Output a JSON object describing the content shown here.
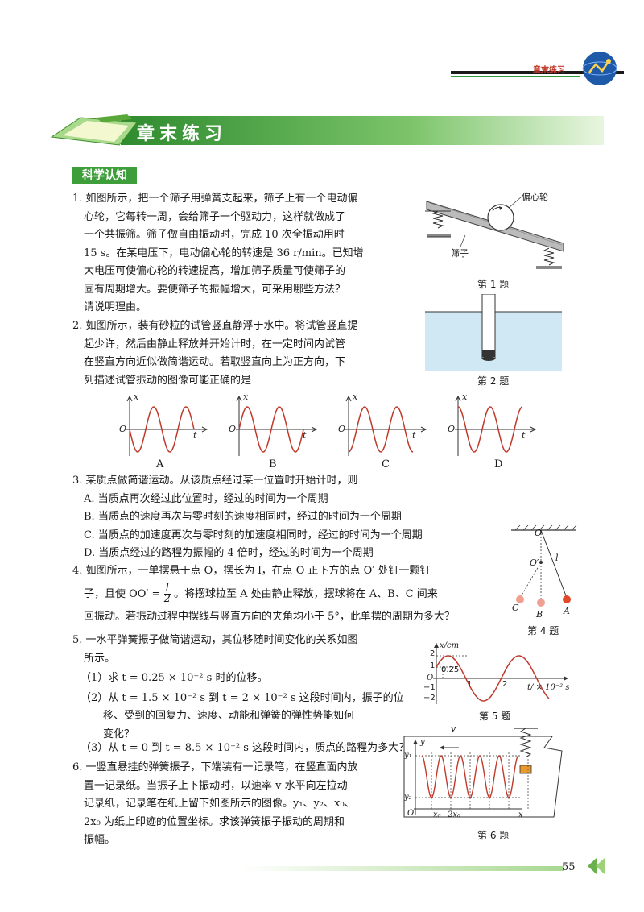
{
  "header": {
    "label": "章末练习"
  },
  "banner": {
    "title": "章末练习"
  },
  "section": {
    "tag": "科学认知"
  },
  "q1": {
    "lines": [
      "1. 如图所示，把一个筛子用弹簧支起来，筛子上有一个电动偏",
      "心轮，它每转一周，会给筛子一个驱动力，这样就做成了",
      "一个共振筛。筛子做自由振动时，完成 10 次全振动用时",
      "15 s。在某电压下，电动偏心轮的转速是 36 r/min。已知增",
      "大电压可使偏心轮的转速提高，增加筛子质量可使筛子的",
      "固有周期增大。要使筛子的振幅增大，可采用哪些方法？",
      "请说明理由。"
    ],
    "fig_label_wheel": "偏心轮",
    "fig_label_sieve": "筛子",
    "caption": "第 1 题"
  },
  "q2": {
    "lines": [
      "2. 如图所示，装有砂粒的试管竖直静浮于水中。将试管竖直提",
      "起少许，然后由静止释放并开始计时，在一定时间内试管",
      "在竖直方向近似做简谐运动。若取竖直向上为正方向，下",
      "列描述试管振动的图像可能正确的是"
    ],
    "caption": "第 2 题",
    "axis_x": "x",
    "axis_t": "t",
    "origin": "O",
    "options": [
      "A",
      "B",
      "C",
      "D"
    ]
  },
  "q3": {
    "stem": "3. 某质点做简谐运动。从该质点经过某一位置时开始计时，则",
    "options": [
      "A. 当质点再次经过此位置时，经过的时间为一个周期",
      "B. 当质点的速度再次与零时刻的速度相同时，经过的时间为一个周期",
      "C. 当质点的加速度再次与零时刻的加速度相同时，经过的时间为一个周期",
      "D. 当质点经过的路程为振幅的 4 倍时，经过的时间为一个周期"
    ]
  },
  "q4": {
    "line1": "4. 如图所示，一单摆悬于点 O，摆长为 l，在点 O 正下方的点 O′ 处钉一颗钉",
    "line2_pre": "子，且使 OO′ =",
    "frac_num": "l",
    "frac_den": "2",
    "line2_post": "。将摆球拉至 A 处由静止释放，摆球将在 A、B、C 间来",
    "line3": "回振动。若振动过程中摆线与竖直方向的夹角均小于 5°，此单摆的周期为多大？",
    "fig": {
      "O": "O",
      "O2": "O′",
      "l": "l",
      "A": "A",
      "B": "B",
      "C": "C"
    },
    "caption": "第 4 题"
  },
  "q5": {
    "lines": [
      "5. 一水平弹簧振子做简谐运动，其位移随时间变化的关系如图",
      "所示。"
    ],
    "sub1": "（1）求 t = 0.25 × 10⁻² s 时的位移。",
    "sub2a": "（2）从 t = 1.5 × 10⁻² s 到 t = 2 × 10⁻² s 这段时间内，振子的位",
    "sub2b": "移、受到的回复力、速度、动能和弹簧的弹性势能如何",
    "sub2c": "变化？",
    "sub3": "（3）从 t = 0 到 t = 8.5 × 10⁻² s 这段时间内，质点的路程为多大？",
    "fig": {
      "ylabel": "x/cm",
      "xlabel": "t/ × 10⁻² s",
      "ticks_y": [
        "2",
        "1",
        "O",
        "−1",
        "−2"
      ],
      "ticks_x": [
        "1",
        "2"
      ],
      "mark": "0.25"
    },
    "caption": "第 5 题"
  },
  "q6": {
    "lines": [
      "6. 一竖直悬挂的弹簧振子，下端装有一记录笔，在竖直面内放",
      "置一记录纸。当振子上下振动时，以速率 v 水平向左拉动",
      "记录纸，记录笔在纸上留下如图所示的图像。y₁、y₂、x₀、",
      "2x₀ 为纸上印迹的位置坐标。求该弹簧振子振动的周期和",
      "振幅。"
    ],
    "fig": {
      "v": "v",
      "y": "y",
      "y1": "y₁",
      "y2": "y₂",
      "O": "O",
      "x0": "x₀",
      "x02": "2x₀",
      "x": "x"
    },
    "caption": "第 6 题"
  },
  "footer": {
    "page": "55"
  },
  "colors": {
    "accent": "#3e9e3a",
    "curve": "#c0392b"
  }
}
